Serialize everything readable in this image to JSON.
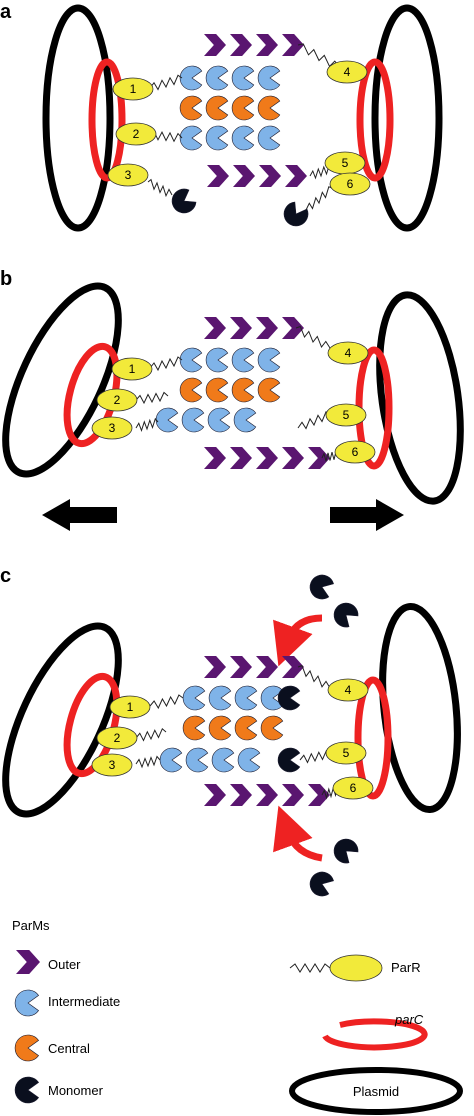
{
  "panels": [
    {
      "letter": "a",
      "labels": [
        "1",
        "2",
        "3",
        "4",
        "5",
        "6"
      ]
    },
    {
      "letter": "b",
      "labels": [
        "1",
        "2",
        "3",
        "4",
        "5",
        "6"
      ]
    },
    {
      "letter": "c",
      "labels": [
        "1",
        "2",
        "3",
        "4",
        "5",
        "6"
      ]
    }
  ],
  "legend": {
    "title": "ParMs",
    "outer": "Outer",
    "intermediate": "Intermediate",
    "central": "Central",
    "monomer": "Monomer",
    "parr": "ParR",
    "parc": "parC",
    "plasmid": "Plasmid"
  },
  "colors": {
    "outer": "#5a1670",
    "intermediate": "#7fb3e8",
    "central": "#f07a1a",
    "monomer": "#0a0f1e",
    "parr": "#f2ea3a",
    "parc": "#ee2222",
    "plasmid": "#000000"
  }
}
